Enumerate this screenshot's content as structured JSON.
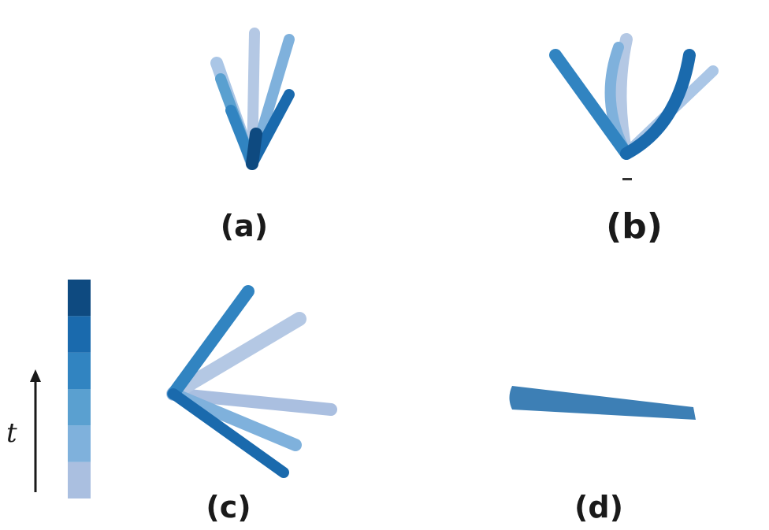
{
  "panels": [
    {
      "id": "a",
      "label": "(a)"
    },
    {
      "id": "b",
      "label": "(b)"
    },
    {
      "id": "c",
      "label": "(c)"
    },
    {
      "id": "d",
      "label": "(d)"
    }
  ],
  "time_axis": {
    "label": "t"
  },
  "colorbar": {
    "colors": [
      "#aabfe0",
      "#7fb1dc",
      "#5aa0d0",
      "#3184c1",
      "#1a6aad",
      "#0e4a80"
    ]
  }
}
